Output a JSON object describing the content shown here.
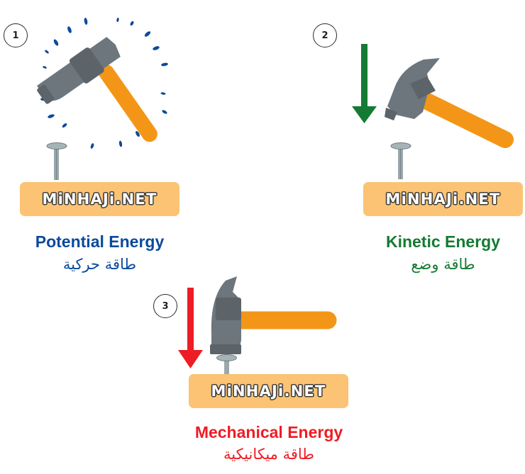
{
  "brand_text": "MiNHAJi.NET",
  "colors": {
    "potential": "#0b4a9b",
    "kinetic": "#157a33",
    "mechanical": "#ee1c25",
    "hammer_head": "#6d767c",
    "hammer_handle": "#f39617",
    "wood": "#fbc373",
    "nail": "#9aa8ad"
  },
  "panels": [
    {
      "number": "1",
      "title_en": "Potential Energy",
      "title_ar": "طاقة حركية",
      "arrow": "none",
      "effect": "impact-lines"
    },
    {
      "number": "2",
      "title_en": "Kinetic Energy",
      "title_ar": "طاقة وضع",
      "arrow": "down",
      "effect": "none"
    },
    {
      "number": "3",
      "title_en": "Mechanical Energy",
      "title_ar": "طاقة ميكانيكية",
      "arrow": "down",
      "effect": "none"
    }
  ]
}
